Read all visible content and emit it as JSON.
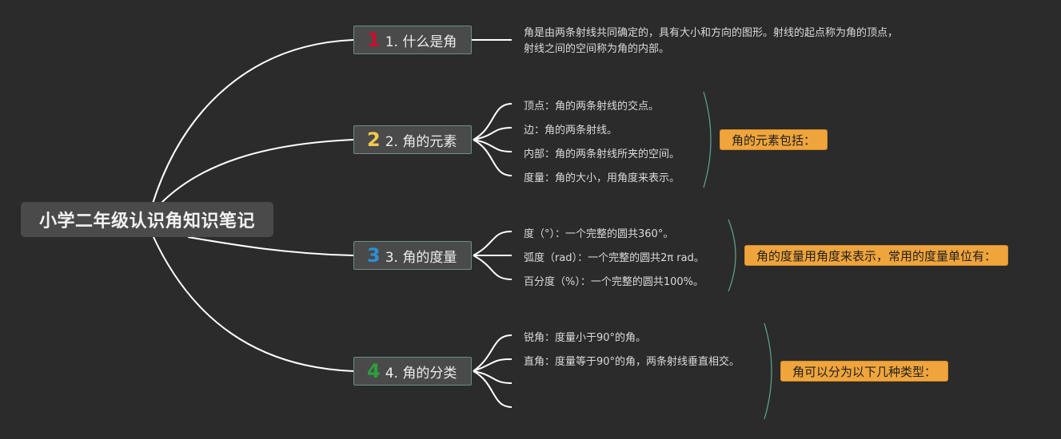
{
  "root": {
    "title": "小学二年级认识角知识笔记"
  },
  "topics": [
    {
      "badge": "1",
      "badge_color": "#c8102e",
      "label": "1. 什么是角"
    },
    {
      "badge": "2",
      "badge_color": "#f2c94c",
      "label": "2. 角的元素"
    },
    {
      "badge": "3",
      "badge_color": "#2d8fd5",
      "label": "3. 角的度量"
    },
    {
      "badge": "4",
      "badge_color": "#2e9e3f",
      "label": "4. 角的分类"
    }
  ],
  "definition": {
    "text": "角是由两条射线共同确定的，具有大小和方向的图形。射线的起点称为角的顶点，射线之间的空间称为角的内部。"
  },
  "elements": {
    "items": [
      "顶点：角的两条射线的交点。",
      "边：角的两条射线。",
      "内部：角的两条射线所夹的空间。",
      "度量：角的大小，用角度来表示。"
    ],
    "summary": "角的元素包括："
  },
  "measure": {
    "items": [
      "度（°）：一个完整的圆共360°。",
      "弧度（rad）：一个完整的圆共2π rad。",
      "百分度（%）：一个完整的圆共100%。"
    ],
    "summary": "角的度量用角度来表示，常用的度量单位有："
  },
  "classes": {
    "items": [
      "锐角：度量小于90°的角。",
      "直角：度量等于90°的角，两条射线垂直相交。",
      "",
      ""
    ],
    "summary": "角可以分为以下几种类型："
  },
  "colors": {
    "background": "#2b2b2b",
    "connector": "#ffffff",
    "bracket": "#5fa88f",
    "summary_fill": "#f0a53c"
  }
}
